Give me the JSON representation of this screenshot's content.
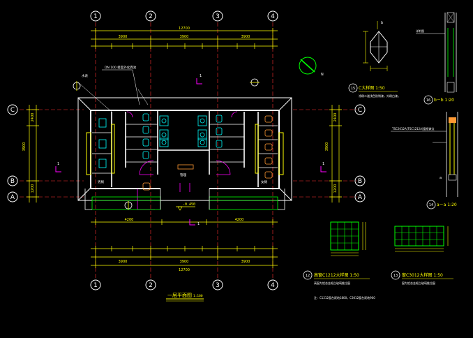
{
  "axes": {
    "cols": [
      "1",
      "2",
      "3",
      "4"
    ],
    "rows": [
      "C",
      "B",
      "A"
    ]
  },
  "titles": {
    "plan": "一层平面图",
    "plan_scale": "1:100",
    "detail15": "C大样图 1:50",
    "detail16": "b－b 1:20",
    "detail14": "a－a 1:20",
    "detail12": "高窗C1212大样图 1:50",
    "detail13": "窗C3012大样图 1:50"
  },
  "detail_numbers": {
    "d15": "15",
    "d16": "16",
    "d14": "14",
    "d12": "12",
    "d13": "13"
  },
  "section_marks": {
    "top_1": "1",
    "bottom_1": "1",
    "left_1": "1",
    "right_1": "1",
    "b_mark": "b",
    "a_mark": "a"
  },
  "dimensions": {
    "top_total": "12700",
    "top_axis": [
      "3900",
      "3900",
      "3900"
    ],
    "bottom_total": "12700",
    "bottom_axis": [
      "3900",
      "3900",
      "3900"
    ],
    "mid_left": "4200",
    "mid_right": "4200",
    "left_vert": [
      "3900",
      "2400",
      "1200"
    ],
    "right_vert": [
      "3900",
      "2400",
      "1200"
    ]
  },
  "labels": {
    "level_mark": "-0.450",
    "north": "N",
    "room_m": "男厕",
    "room_f": "女厕",
    "room_mid": "管理",
    "note_top": "DN 100 接室外化粪池",
    "note_left": "水表",
    "d15_note": "涂刷二道浅色防锈漆，外刷白漆。",
    "d16_note": "详附图",
    "d14_note": "TSC2012A(TSC1212A)窗框做法",
    "d12_note": "高窗为铝合金框白玻璃推拉窗",
    "d13_note": "窗为铝合金框白玻璃推拉窗",
    "bottom_note": "注：C1212窗台距地1800，C3012窗台距地900"
  },
  "colors": {
    "wall": "#ffffff",
    "dim": "#ffff00",
    "axis_bubble": "#ffffff",
    "grid_line": "#ff3030",
    "fixture": "#00ffff",
    "door": "#ff00ff",
    "green": "#00ff00",
    "orange": "#ff9933"
  }
}
